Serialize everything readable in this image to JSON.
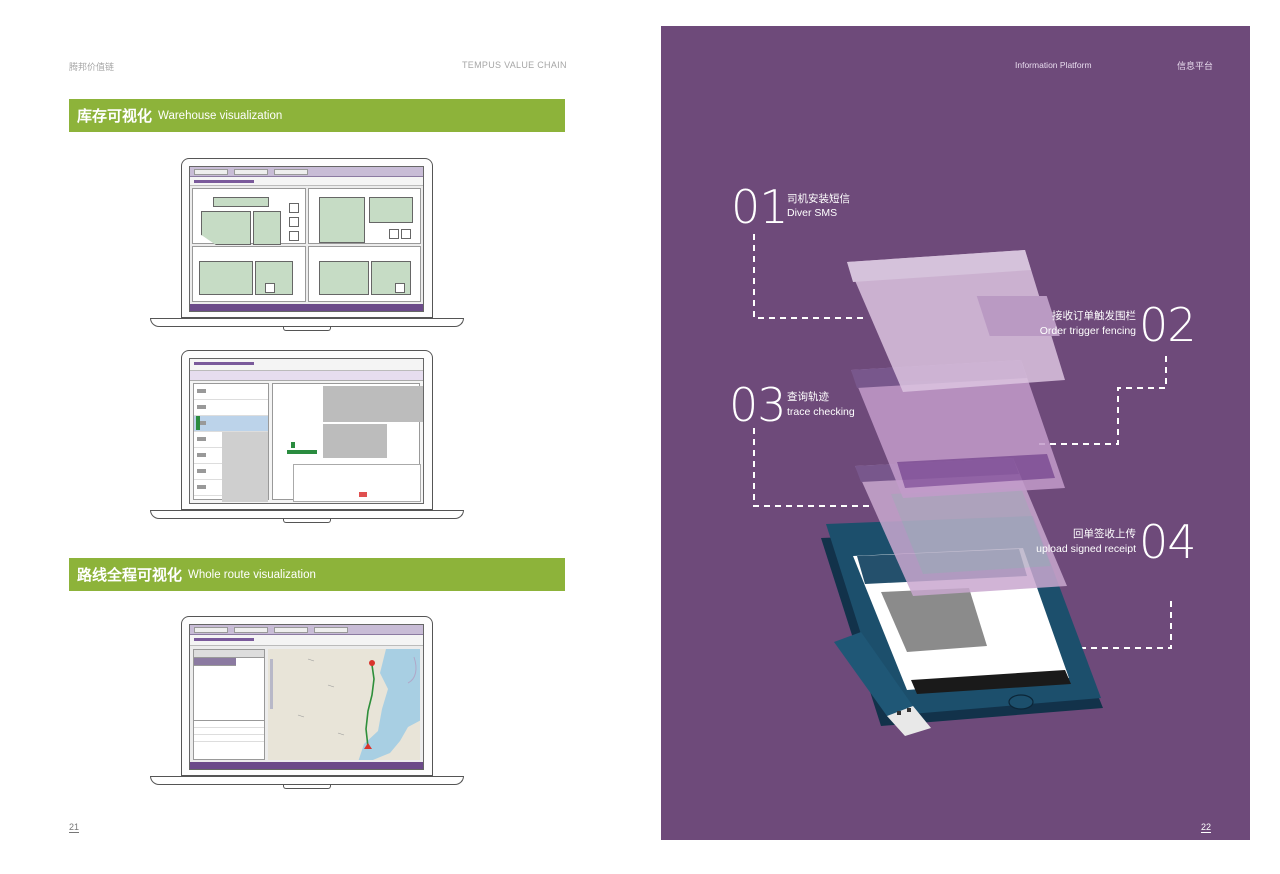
{
  "left_page": {
    "header_cn": "腾邦价值链",
    "header_en": "TEMPUS VALUE CHAIN",
    "section_warehouse": {
      "title_cn": "库存可视化",
      "title_en": "Warehouse visualization"
    },
    "section_route": {
      "title_cn": "路线全程可视化",
      "title_en": "Whole route visualization"
    },
    "page_number": "21"
  },
  "right_page": {
    "header_en": "Information Platform",
    "header_cn": "信息平台",
    "page_number": "22",
    "steps": [
      {
        "num": "01",
        "title_cn": "司机安装短信",
        "title_en": "Diver SMS"
      },
      {
        "num": "02",
        "title_cn": "接收订单触发围栏",
        "title_en": "Order trigger fencing"
      },
      {
        "num": "03",
        "title_cn": "查询轨迹",
        "title_en": "trace checking"
      },
      {
        "num": "04",
        "title_cn": "回单签收上传",
        "title_en": "upload signed receipt"
      }
    ]
  },
  "colors": {
    "section_green": "#8db33a",
    "panel_purple": "#6e4a7a",
    "app_purple": "#6b4a89"
  }
}
